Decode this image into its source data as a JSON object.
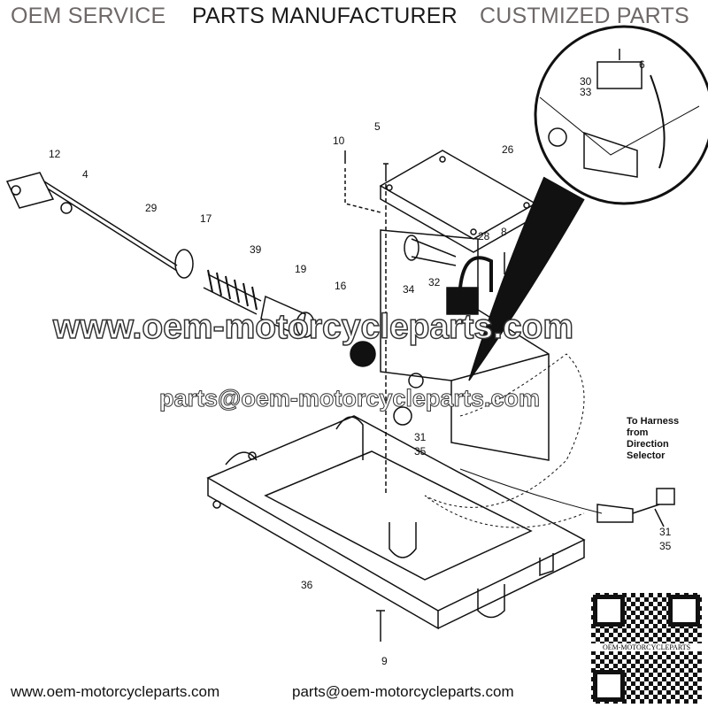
{
  "header": {
    "oem_service": "OEM SERVICE",
    "parts_manufacturer": "PARTS MANUFACTURER",
    "customized_parts": "CUSTMIZED PARTS"
  },
  "callouts": {
    "c12": "12",
    "c4": "4",
    "c29": "29",
    "c17": "17",
    "c39": "39",
    "c19": "19",
    "c16": "16",
    "c10": "10",
    "c5": "5",
    "c26": "26",
    "c28": "28",
    "c8": "8",
    "c34": "34",
    "c32": "32",
    "c30_33": "30\n33",
    "c6": "6",
    "c31_35": "31\n35",
    "c36": "36",
    "c9": "9",
    "c31_35_harness": "31\n35"
  },
  "harness_note": "To Harness\nfrom\nDirection\nSelector",
  "watermark": {
    "site": "www.oem-motorcycleparts.com",
    "email": "parts@oem-motorcycleparts.com",
    "qr_label": "OEM-MOTORCYCLEPARTS"
  },
  "footer": {
    "site": "www.oem-motorcycleparts.com",
    "email": "parts@oem-motorcycleparts.com"
  }
}
